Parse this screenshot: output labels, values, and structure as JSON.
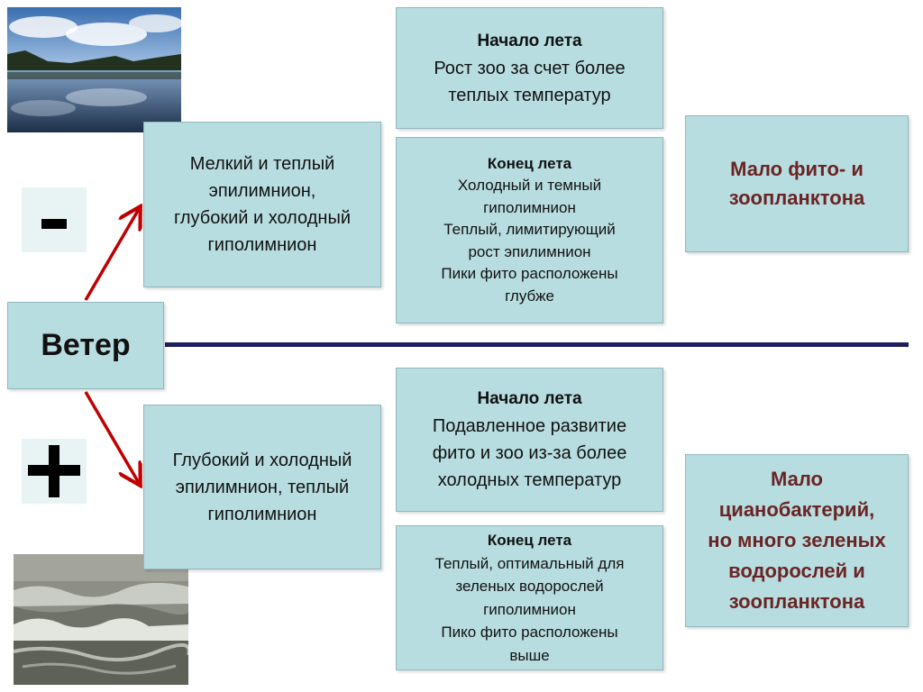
{
  "wind": {
    "label": "Ветер"
  },
  "minus_branch": {
    "sign": "minus",
    "photo": "calm-lake-photo",
    "condition": [
      "Мелкий и теплый",
      "эпилимнион,",
      "глубокий и холодный",
      "гиполимнион"
    ],
    "early_summer": {
      "title": "Начало лета",
      "lines": [
        "Рост зоо за счет более",
        "теплых температур"
      ]
    },
    "late_summer": {
      "title": "Конец лета",
      "lines": [
        "Холодный и темный",
        "гиполимнион",
        "Теплый, лимитирующий",
        "рост эпилимнион",
        "Пики фито расположены",
        "глубже"
      ]
    },
    "result": [
      "Мало фито- и",
      "зоопланктона"
    ]
  },
  "plus_branch": {
    "sign": "plus",
    "photo": "stormy-waves-photo",
    "condition": [
      "Глубокий и холодный",
      "эпилимнион, теплый",
      "гиполимнион"
    ],
    "early_summer": {
      "title": "Начало лета",
      "lines": [
        "Подавленное развитие",
        "фито и зоо из-за более",
        "холодных температур"
      ]
    },
    "late_summer": {
      "title": "Конец лета",
      "lines": [
        "Теплый, оптимальный для",
        "зеленых водорослей",
        "гиполимнион",
        "Пико фито расположены",
        "выше"
      ]
    },
    "result": [
      "Мало",
      "цианобактерий,",
      "но много зеленых",
      "водорослей и",
      "зоопланктона"
    ]
  },
  "colors": {
    "box_fill": "#b8dde0",
    "box_border": "#8fb8bc",
    "result_text": "#6b2424",
    "arrow": "#c00000",
    "divider": "#1f1f5e"
  }
}
